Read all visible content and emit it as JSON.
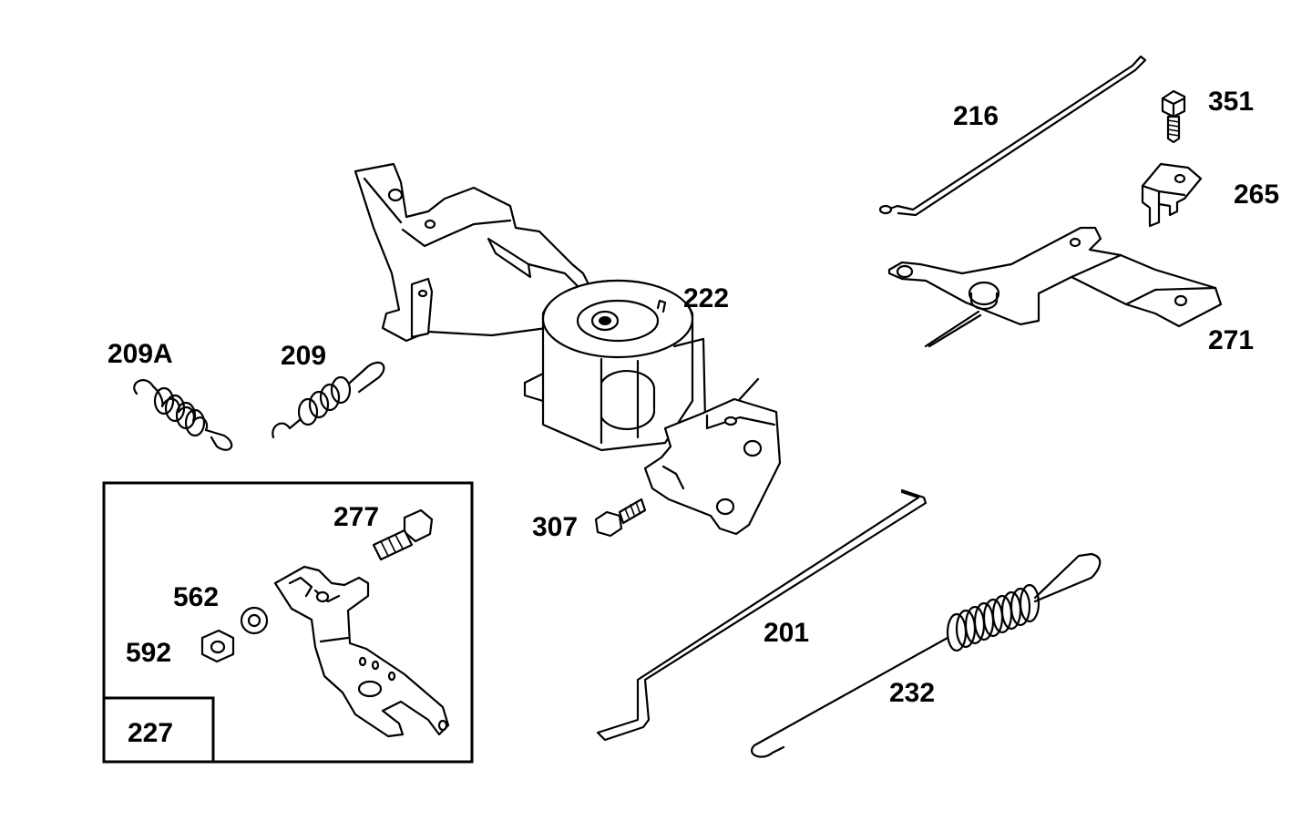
{
  "parts": {
    "p201": "201",
    "p209": "209",
    "p209a": "209A",
    "p216": "216",
    "p222": "222",
    "p227": "227",
    "p232": "232",
    "p265": "265",
    "p271": "271",
    "p277": "277",
    "p307": "307",
    "p351": "351",
    "p562": "562",
    "p592": "592"
  }
}
